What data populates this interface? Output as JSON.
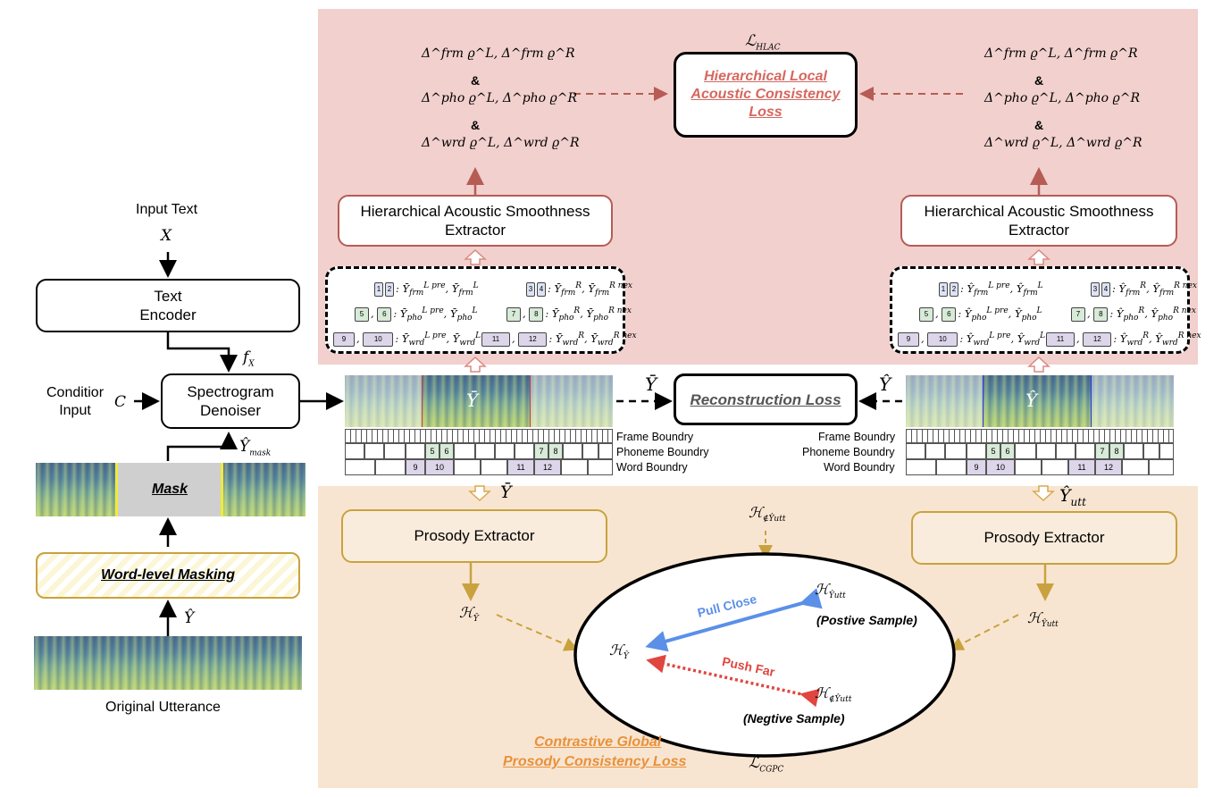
{
  "left": {
    "input_text_label": "Input Text",
    "x_symbol": "X",
    "text_encoder_label": "Text Encoder",
    "fx_label": "f",
    "fx_sub": "X",
    "condition_label": "Conditior Input",
    "c_symbol": "C",
    "denoiser_label": "Spectrogram Denoiser",
    "ymask_label": "Ŷ",
    "ymask_sub": "mask",
    "mask_label": "Mask",
    "word_masking_label": "Word-level Masking",
    "yhat_label": "Ŷ",
    "original_label": "Original Utterance"
  },
  "center": {
    "ybar_spec": "Ȳ",
    "ybar_arrow": "Ȳ",
    "reconstruction_label": "Reconstruction Loss",
    "yhat_arrow": "Ŷ",
    "yhat_spec": "Ŷ",
    "frame_boundary": "Frame Boundry",
    "phoneme_boundary": "Phoneme Boundry",
    "word_boundary": "Word Boundry",
    "ybar_down": "Ȳ",
    "yutt_down": "Ŷ",
    "yutt_sub": "utt"
  },
  "hlac": {
    "loss_symbol": "ℒ",
    "loss_sub": "HLAC",
    "title": "Hierarchical Local Acoustic Consistency Loss",
    "left_extractor": "Hierarchical Acoustic Smoothness Extractor",
    "right_extractor": "Hierarchical Acoustic Smoothness Extractor",
    "amp": "&",
    "left_lines": [
      "Δ^frm ϱ^L, Δ^frm ϱ^R",
      "Δ^pho ϱ^L, Δ^pho ϱ^R",
      "Δ^wrd ϱ^L, Δ^wrd ϱ^R"
    ],
    "right_lines": [
      "Δ^frm ϱ^L, Δ^frm ϱ^R",
      "Δ^pho ϱ^L, Δ^pho ϱ^R",
      "Δ^wrd ϱ^L, Δ^wrd ϱ^R"
    ]
  },
  "cgpc": {
    "left_prosody": "Prosody Extractor",
    "right_prosody": "Prosody Extractor",
    "h_symbol": "ℋ",
    "pull_close": "Pull Close",
    "push_far": "Push Far",
    "positive": "(Postive Sample)",
    "negative": "(Negtive Sample)",
    "title_line1": "Contrastive Global",
    "title_line2": "Prosody Consistency Loss",
    "loss_symbol": "ℒ",
    "loss_sub": "CGPC"
  },
  "chips": {
    "frame": [
      "1",
      "2",
      "3",
      "4"
    ],
    "phoneme": [
      "5",
      "6",
      "7",
      "8"
    ],
    "word": [
      "9",
      "10",
      "11",
      "12"
    ]
  },
  "colors": {
    "red_region": "#f1d0cd",
    "orange_region": "#f8e5d1",
    "red_border": "#b65c55",
    "gold_border": "#c9a23f",
    "pull_blue": "#5b8fe8",
    "push_red": "#e0463f",
    "title_orange": "#e8913a",
    "title_red": "#d6675f"
  }
}
